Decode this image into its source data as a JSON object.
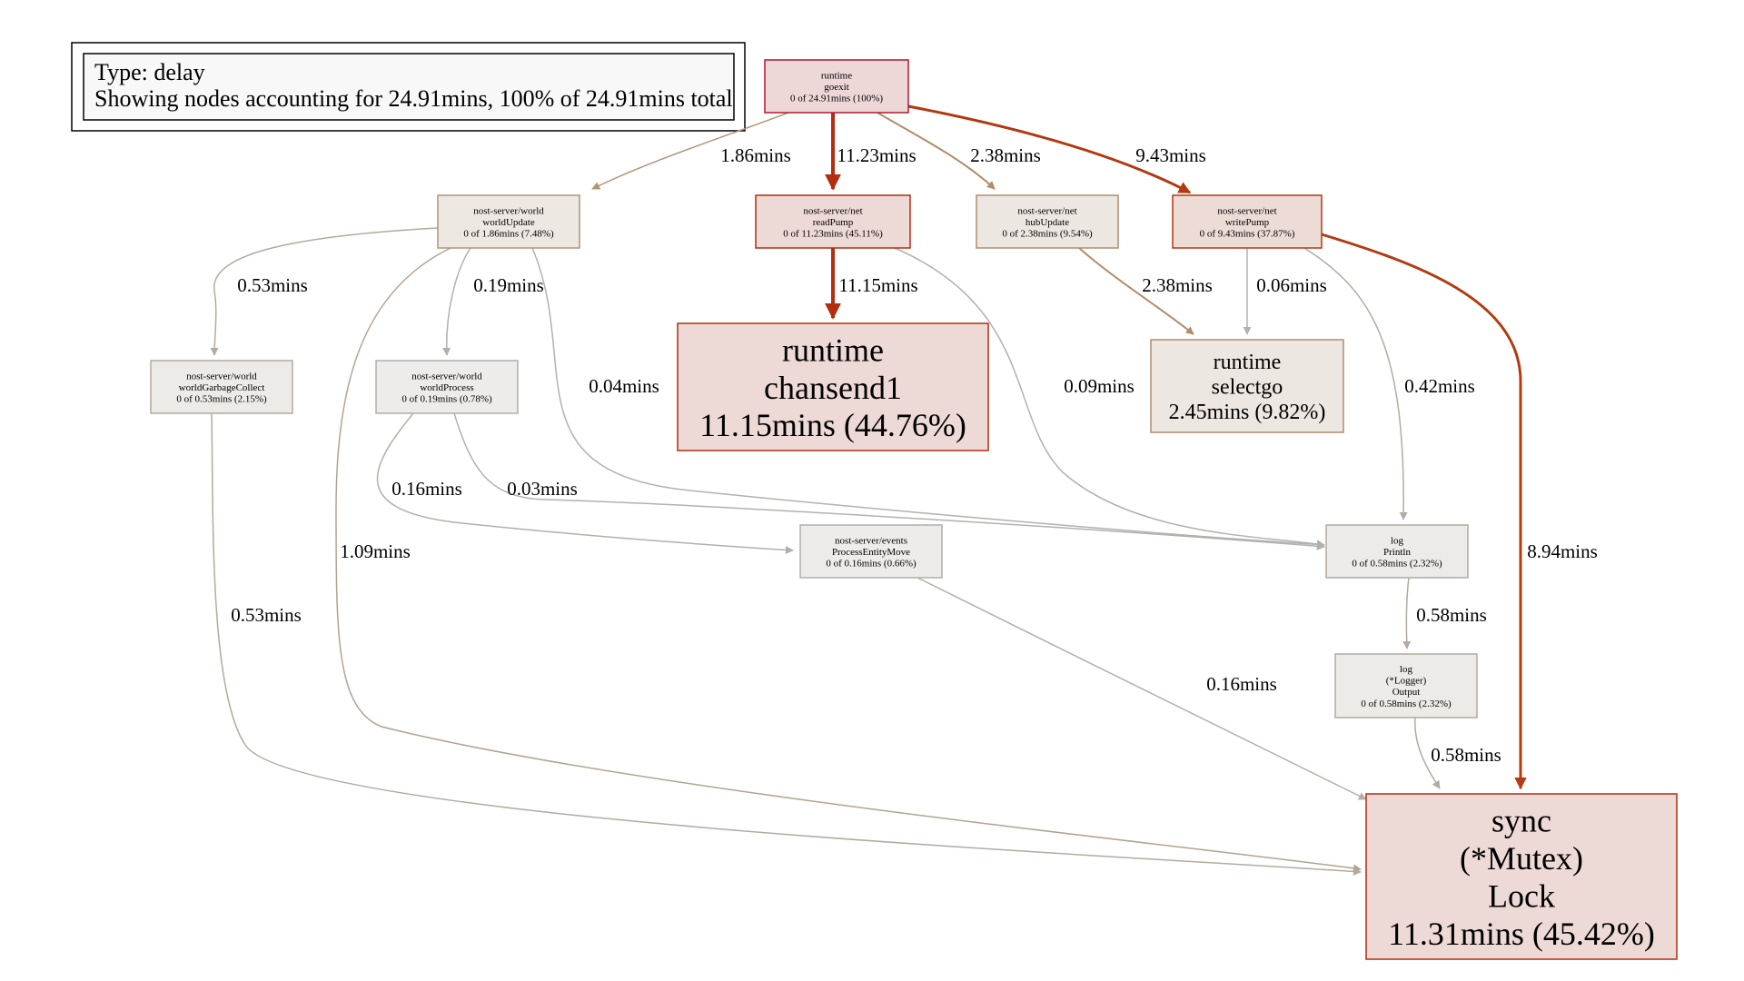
{
  "legend": {
    "line1": "Type: delay",
    "line2": "Showing nodes accounting for 24.91mins, 100% of 24.91mins total"
  },
  "nodes": {
    "goexit": {
      "lines": [
        "runtime",
        "goexit",
        "0 of 24.91mins (100%)"
      ],
      "fill": "#eed7d7",
      "stroke": "#b2182b"
    },
    "worldUpdate": {
      "lines": [
        "nost-server/world",
        "worldUpdate",
        "0 of 1.86mins (7.48%)"
      ],
      "fill": "#ede8e2",
      "stroke": "#b09675"
    },
    "readPump": {
      "lines": [
        "nost-server/net",
        "readPump",
        "0 of 11.23mins (45.11%)"
      ],
      "fill": "#edd9d5",
      "stroke": "#b22e0e"
    },
    "hubUpdate": {
      "lines": [
        "nost-server/net",
        "hubUpdate",
        "0 of 2.38mins (9.54%)"
      ],
      "fill": "#ede7e1",
      "stroke": "#b08e6a"
    },
    "writePump": {
      "lines": [
        "nost-server/net",
        "writePump",
        "0 of 9.43mins (37.87%)"
      ],
      "fill": "#eddbd5",
      "stroke": "#b23810"
    },
    "chansend1": {
      "lines": [
        "runtime",
        "chansend1",
        "11.15mins (44.76%)"
      ],
      "fill": "#edd9d5",
      "stroke": "#b22e0e"
    },
    "selectgo": {
      "lines": [
        "runtime",
        "selectgo",
        "2.45mins (9.82%)"
      ],
      "fill": "#ede7e1",
      "stroke": "#b08e6a"
    },
    "worldGarbageCollect": {
      "lines": [
        "nost-server/world",
        "worldGarbageCollect",
        "0 of 0.53mins (2.15%)"
      ],
      "fill": "#edebe8",
      "stroke": "#b2aa9e"
    },
    "worldProcess": {
      "lines": [
        "nost-server/world",
        "worldProcess",
        "0 of 0.19mins (0.78%)"
      ],
      "fill": "#edecea",
      "stroke": "#b2afa9"
    },
    "processEntityMove": {
      "lines": [
        "nost-server/events",
        "ProcessEntityMove",
        "0 of 0.16mins (0.66%)"
      ],
      "fill": "#edecea",
      "stroke": "#b2afa9"
    },
    "println": {
      "lines": [
        "log",
        "Println",
        "0 of 0.58mins (2.32%)"
      ],
      "fill": "#edebe8",
      "stroke": "#b2aa9e"
    },
    "loggerOutput": {
      "lines": [
        "log",
        "(*Logger)",
        "Output",
        "0 of 0.58mins (2.32%)"
      ],
      "fill": "#edebe8",
      "stroke": "#b2aa9e"
    },
    "mutexLock": {
      "lines": [
        "sync",
        "(*Mutex)",
        "Lock",
        "11.31mins (45.42%)"
      ],
      "fill": "#edd9d5",
      "stroke": "#b22e0e"
    }
  },
  "edges": [
    {
      "from": "goexit",
      "to": "worldUpdate",
      "label": "1.86mins",
      "color": "#b09675"
    },
    {
      "from": "goexit",
      "to": "readPump",
      "label": "11.23mins",
      "color": "#b22e0e"
    },
    {
      "from": "goexit",
      "to": "hubUpdate",
      "label": "2.38mins",
      "color": "#b08e6a"
    },
    {
      "from": "goexit",
      "to": "writePump",
      "label": "9.43mins",
      "color": "#b23810"
    },
    {
      "from": "readPump",
      "to": "chansend1",
      "label": "11.15mins",
      "color": "#b22e0e"
    },
    {
      "from": "readPump",
      "to": "println",
      "label": "0.09mins",
      "color": "#b2b1ae"
    },
    {
      "from": "hubUpdate",
      "to": "selectgo",
      "label": "2.38mins",
      "color": "#b08e6a"
    },
    {
      "from": "writePump",
      "to": "selectgo",
      "label": "0.06mins",
      "color": "#b2b1ae"
    },
    {
      "from": "writePump",
      "to": "println",
      "label": "0.42mins",
      "color": "#b2aca2"
    },
    {
      "from": "writePump",
      "to": "mutexLock",
      "label": "8.94mins",
      "color": "#b23c12"
    },
    {
      "from": "worldUpdate",
      "to": "worldGarbageCollect",
      "label": "0.53mins",
      "color": "#b2aa9e"
    },
    {
      "from": "worldUpdate",
      "to": "worldProcess",
      "label": "0.19mins",
      "color": "#b2afa9"
    },
    {
      "from": "worldUpdate",
      "to": "println",
      "label": "0.04mins",
      "color": "#b2b1ae"
    },
    {
      "from": "worldUpdate",
      "to": "mutexLock",
      "label": "1.09mins",
      "color": "#b2a38f"
    },
    {
      "from": "worldGarbageCollect",
      "to": "mutexLock",
      "label": "0.53mins",
      "color": "#b2aa9e"
    },
    {
      "from": "worldProcess",
      "to": "processEntityMove",
      "label": "0.16mins",
      "color": "#b2afa9"
    },
    {
      "from": "worldProcess",
      "to": "println",
      "label": "0.03mins",
      "color": "#b2b1ae"
    },
    {
      "from": "processEntityMove",
      "to": "mutexLock",
      "label": "0.16mins",
      "color": "#b2afa9"
    },
    {
      "from": "println",
      "to": "loggerOutput",
      "label": "0.58mins",
      "color": "#b2aa9e"
    },
    {
      "from": "loggerOutput",
      "to": "mutexLock",
      "label": "0.58mins",
      "color": "#b2aa9e"
    }
  ]
}
